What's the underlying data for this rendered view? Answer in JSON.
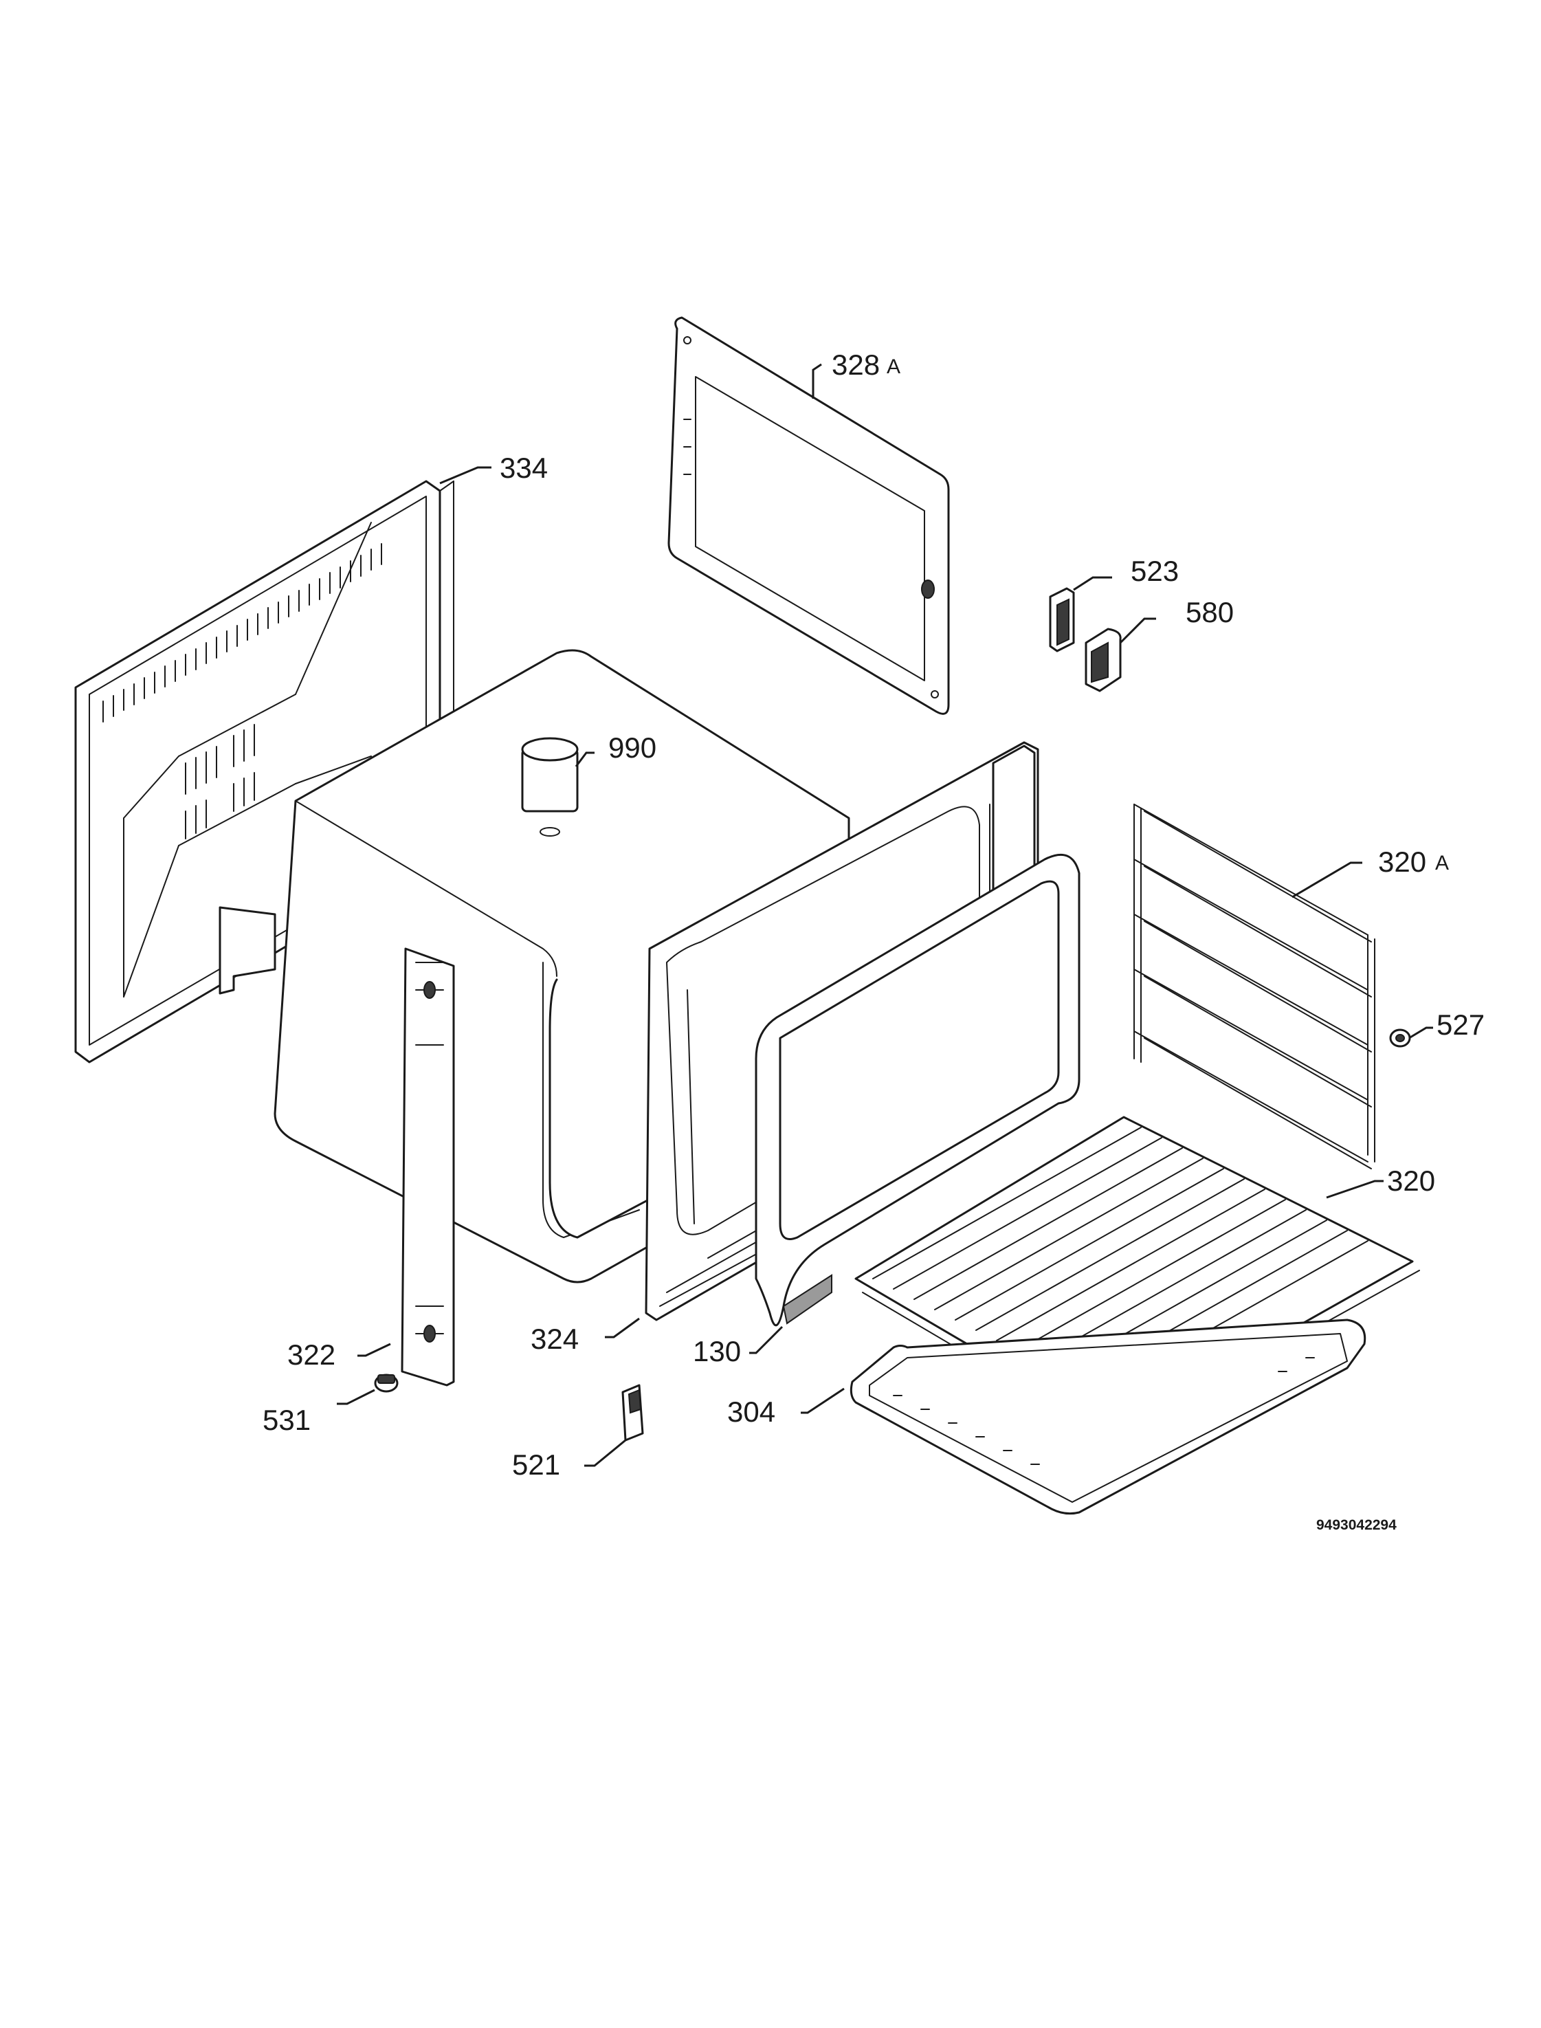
{
  "labels": {
    "p328": "328",
    "p328_suffix": "A",
    "p334": "334",
    "p523": "523",
    "p580": "580",
    "p990": "990",
    "p320a": "320",
    "p320a_suffix": "A",
    "p527": "527",
    "p320": "320",
    "p322": "322",
    "p324": "324",
    "p130": "130",
    "p304": "304",
    "p531": "531",
    "p521": "521"
  },
  "document_number": "9493042294"
}
